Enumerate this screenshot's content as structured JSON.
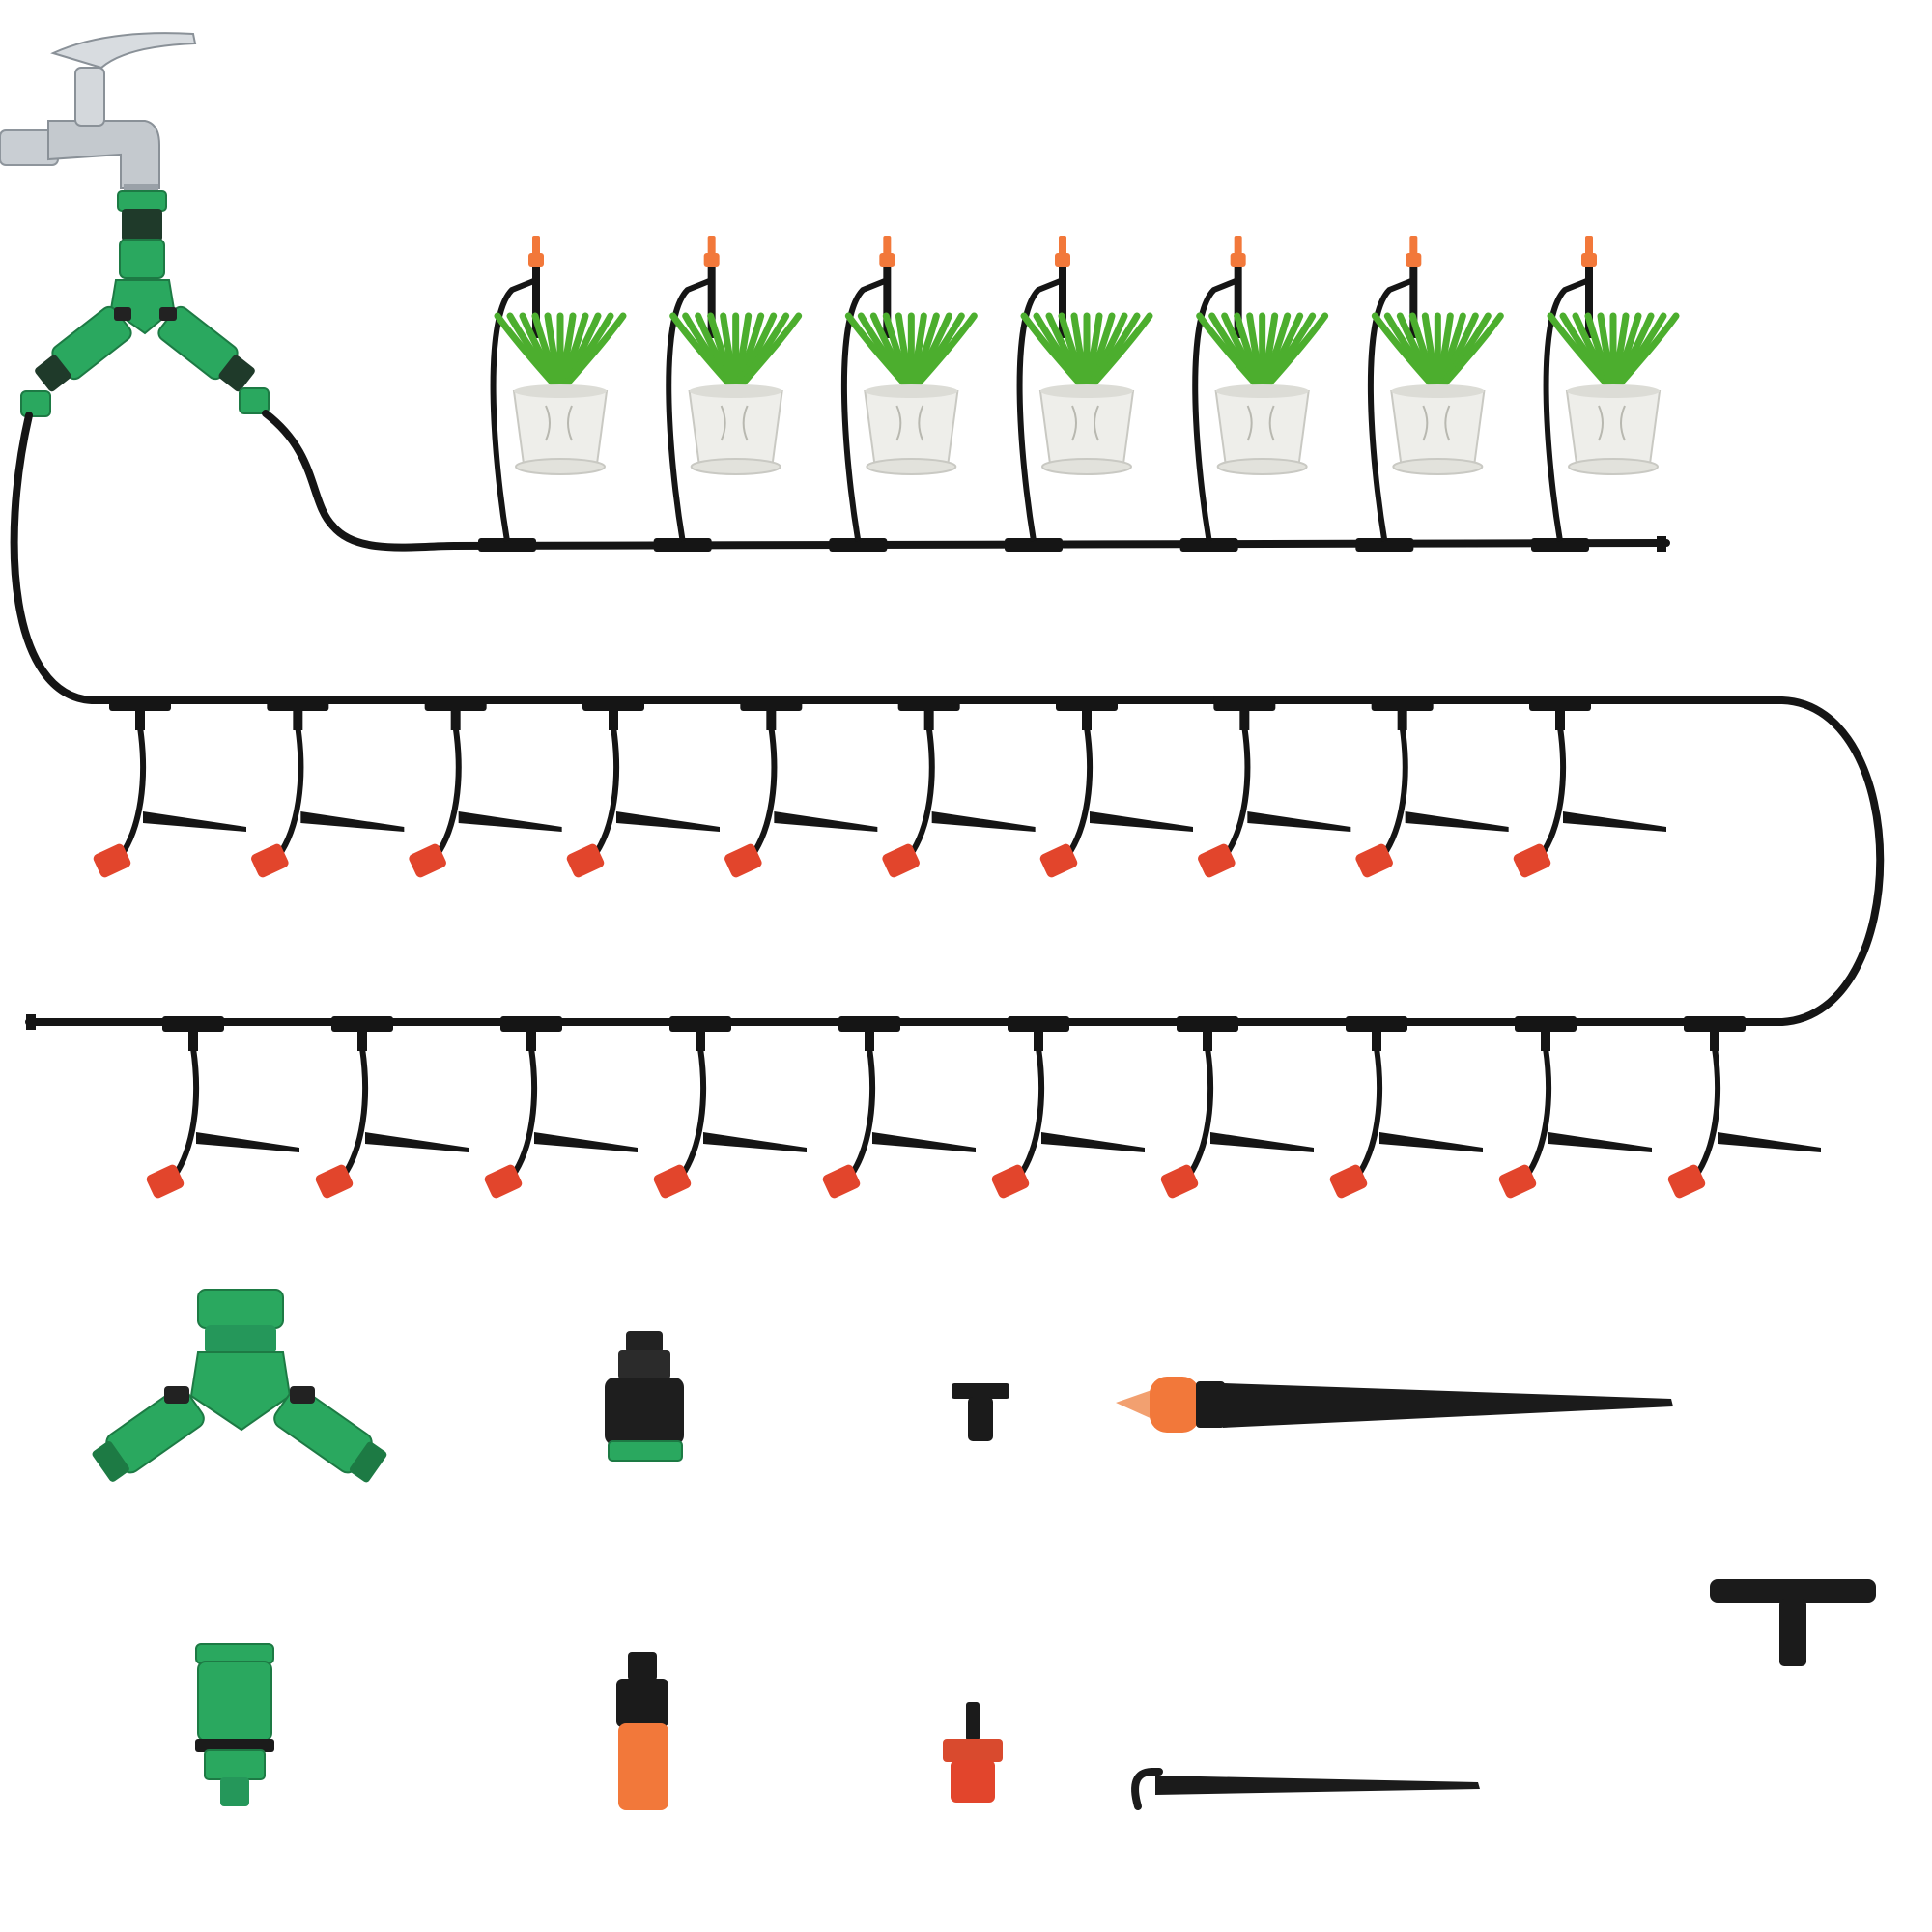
{
  "colors": {
    "background": "#ffffff",
    "tubing": "#151515",
    "connector_green": "#2aa85f",
    "connector_green_dark": "#1d7a44",
    "dripper_red": "#e2452c",
    "sprayer_orange": "#f2783a",
    "chrome": "#b9bec4",
    "pot_white": "#eeeeea",
    "plant_green": "#4cae2e"
  },
  "scene": {
    "hanging_pots": 7,
    "row_upper_drippers": 10,
    "row_lower_drippers": 10
  },
  "parts": [
    {
      "name": "y-splitter-icon"
    },
    {
      "name": "tap-adapter-icon"
    },
    {
      "name": "end-plug-icon"
    },
    {
      "name": "sprayer-stake-icon"
    },
    {
      "name": "tee-connector-icon"
    },
    {
      "name": "quick-connector-icon"
    },
    {
      "name": "adjustable-nozzle-icon"
    },
    {
      "name": "red-dripper-icon"
    },
    {
      "name": "hook-stake-icon"
    }
  ]
}
